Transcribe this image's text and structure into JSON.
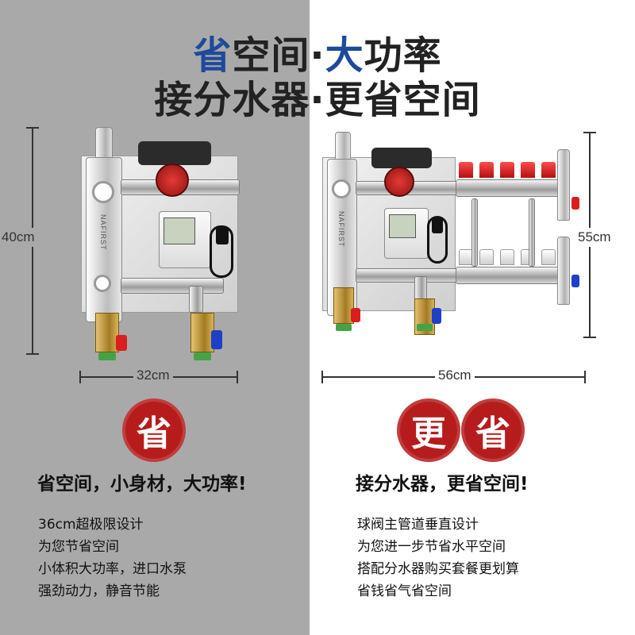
{
  "headline": {
    "line1": {
      "part1": "省",
      "part2": "空间·",
      "part3": "大",
      "part4": "功率"
    },
    "line2": "接分水器·更省空间"
  },
  "colors": {
    "left_bg": "#a9a9a9",
    "right_bg": "#ffffff",
    "accent_blue": "#1f4a9b",
    "badge_red": "#b71c1c"
  },
  "left": {
    "height_label": "40cm",
    "width_label": "32cm",
    "badge": "省",
    "brand": "NAFIRST",
    "slogan": "省空间，小身材，大功率!",
    "features": [
      "36cm超极限设计",
      "为您节省空间",
      "小体积大功率，进口水泵",
      "强劲动力，静音节能"
    ]
  },
  "right": {
    "height_label": "55cm",
    "width_label": "56cm",
    "badges": [
      "更",
      "省"
    ],
    "brand": "NAFIRST",
    "slogan": "接分水器，更省空间!",
    "features": [
      "球阀主管道垂直设计",
      "为您进一步节省水平空间",
      "搭配分水器购买套餐更划算",
      "省钱省气省空间"
    ]
  }
}
